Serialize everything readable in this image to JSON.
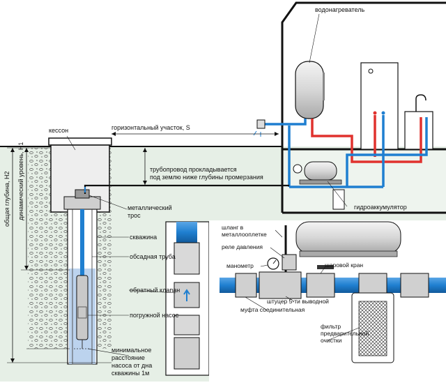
{
  "labels": {
    "vodonagrevatel": "водонагреватель",
    "kesson": "кессон",
    "gorizontalny": "горизонтальный участок, S",
    "truboprovod_1": "трубопровод прокладывается",
    "truboprovod_2": "под землю ниже глубины промерзания",
    "gidroakkumulyator": "гидроаккумулятор",
    "metallichesky_1": "металлический",
    "metallichesky_2": "трос",
    "skvazhina": "скважина",
    "obsadnaya": "обсадная труба",
    "obratny": "обратный клапан",
    "pogruzhnoy": "погружной насос",
    "min_1": "минимальное",
    "min_2": "расстояние",
    "min_3": "насоса от дна",
    "min_4": "скважины 1м",
    "obshaya": "общая глубина, H2",
    "dinamichesky": "динамический уровень, H1",
    "shlang_1": "шланг в",
    "shlang_2": "металлооплетке",
    "rele": "реле давления",
    "manometr": "манометр",
    "sharovoy": "шаровой кран",
    "shtutser": "штуцер 5-ти выводной",
    "mufta": "муфта соединительная",
    "filtr_1": "фильтр",
    "filtr_2": "предварительной",
    "filtr_3": "очистки"
  },
  "colors": {
    "water": "#1f7fd0",
    "hot": "#e0322e",
    "ground": "#e6efe6",
    "outline": "#111111"
  }
}
